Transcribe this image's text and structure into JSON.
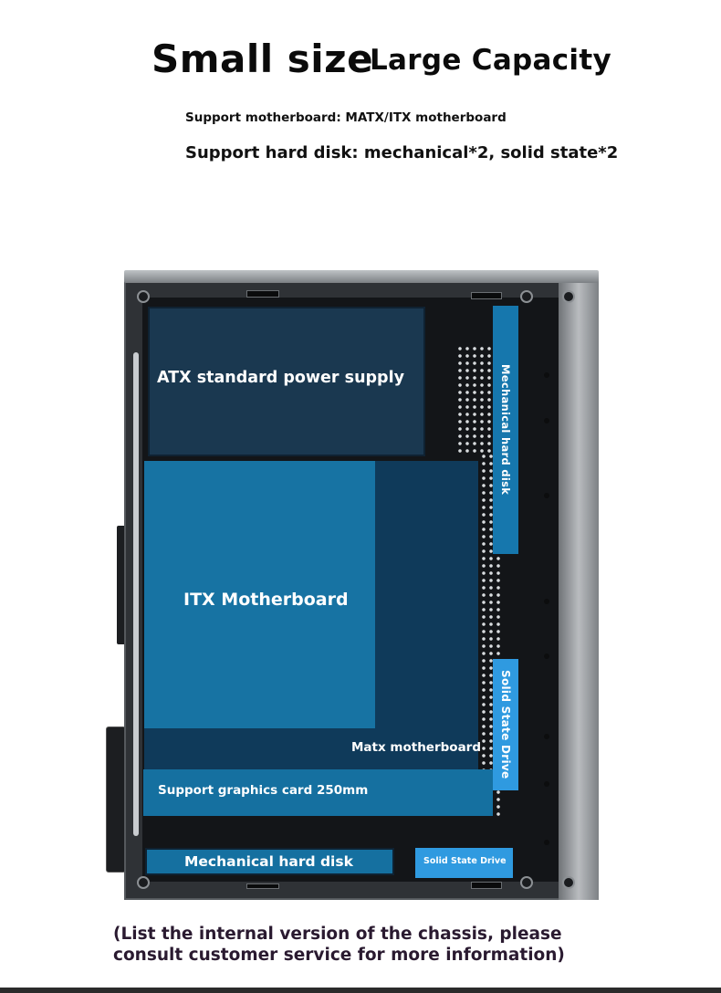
{
  "headline": {
    "main": "Small size",
    "sub": "Large Capacity"
  },
  "specs": {
    "motherboard": "Support motherboard: MATX/ITX motherboard",
    "hard_disk": "Support hard disk: mechanical*2, solid state*2"
  },
  "zones": {
    "psu": "ATX standard power supply",
    "itx": "ITX Motherboard",
    "matx": "Matx motherboard",
    "gpu": "Support graphics card 250mm",
    "hdd_bottom": "Mechanical hard disk",
    "ssd_bottom": "Solid State Drive",
    "hdd_vertical": "Mechanical hard disk",
    "ssd_vertical": "Solid State Drive"
  },
  "footnote": "(List the internal version of the chassis, please consult customer service for more information)",
  "colors": {
    "zone_dark": "#1a3850",
    "zone_mid": "#1773a3",
    "zone_light": "#2f9ae0",
    "chassis": "#2f3236"
  }
}
